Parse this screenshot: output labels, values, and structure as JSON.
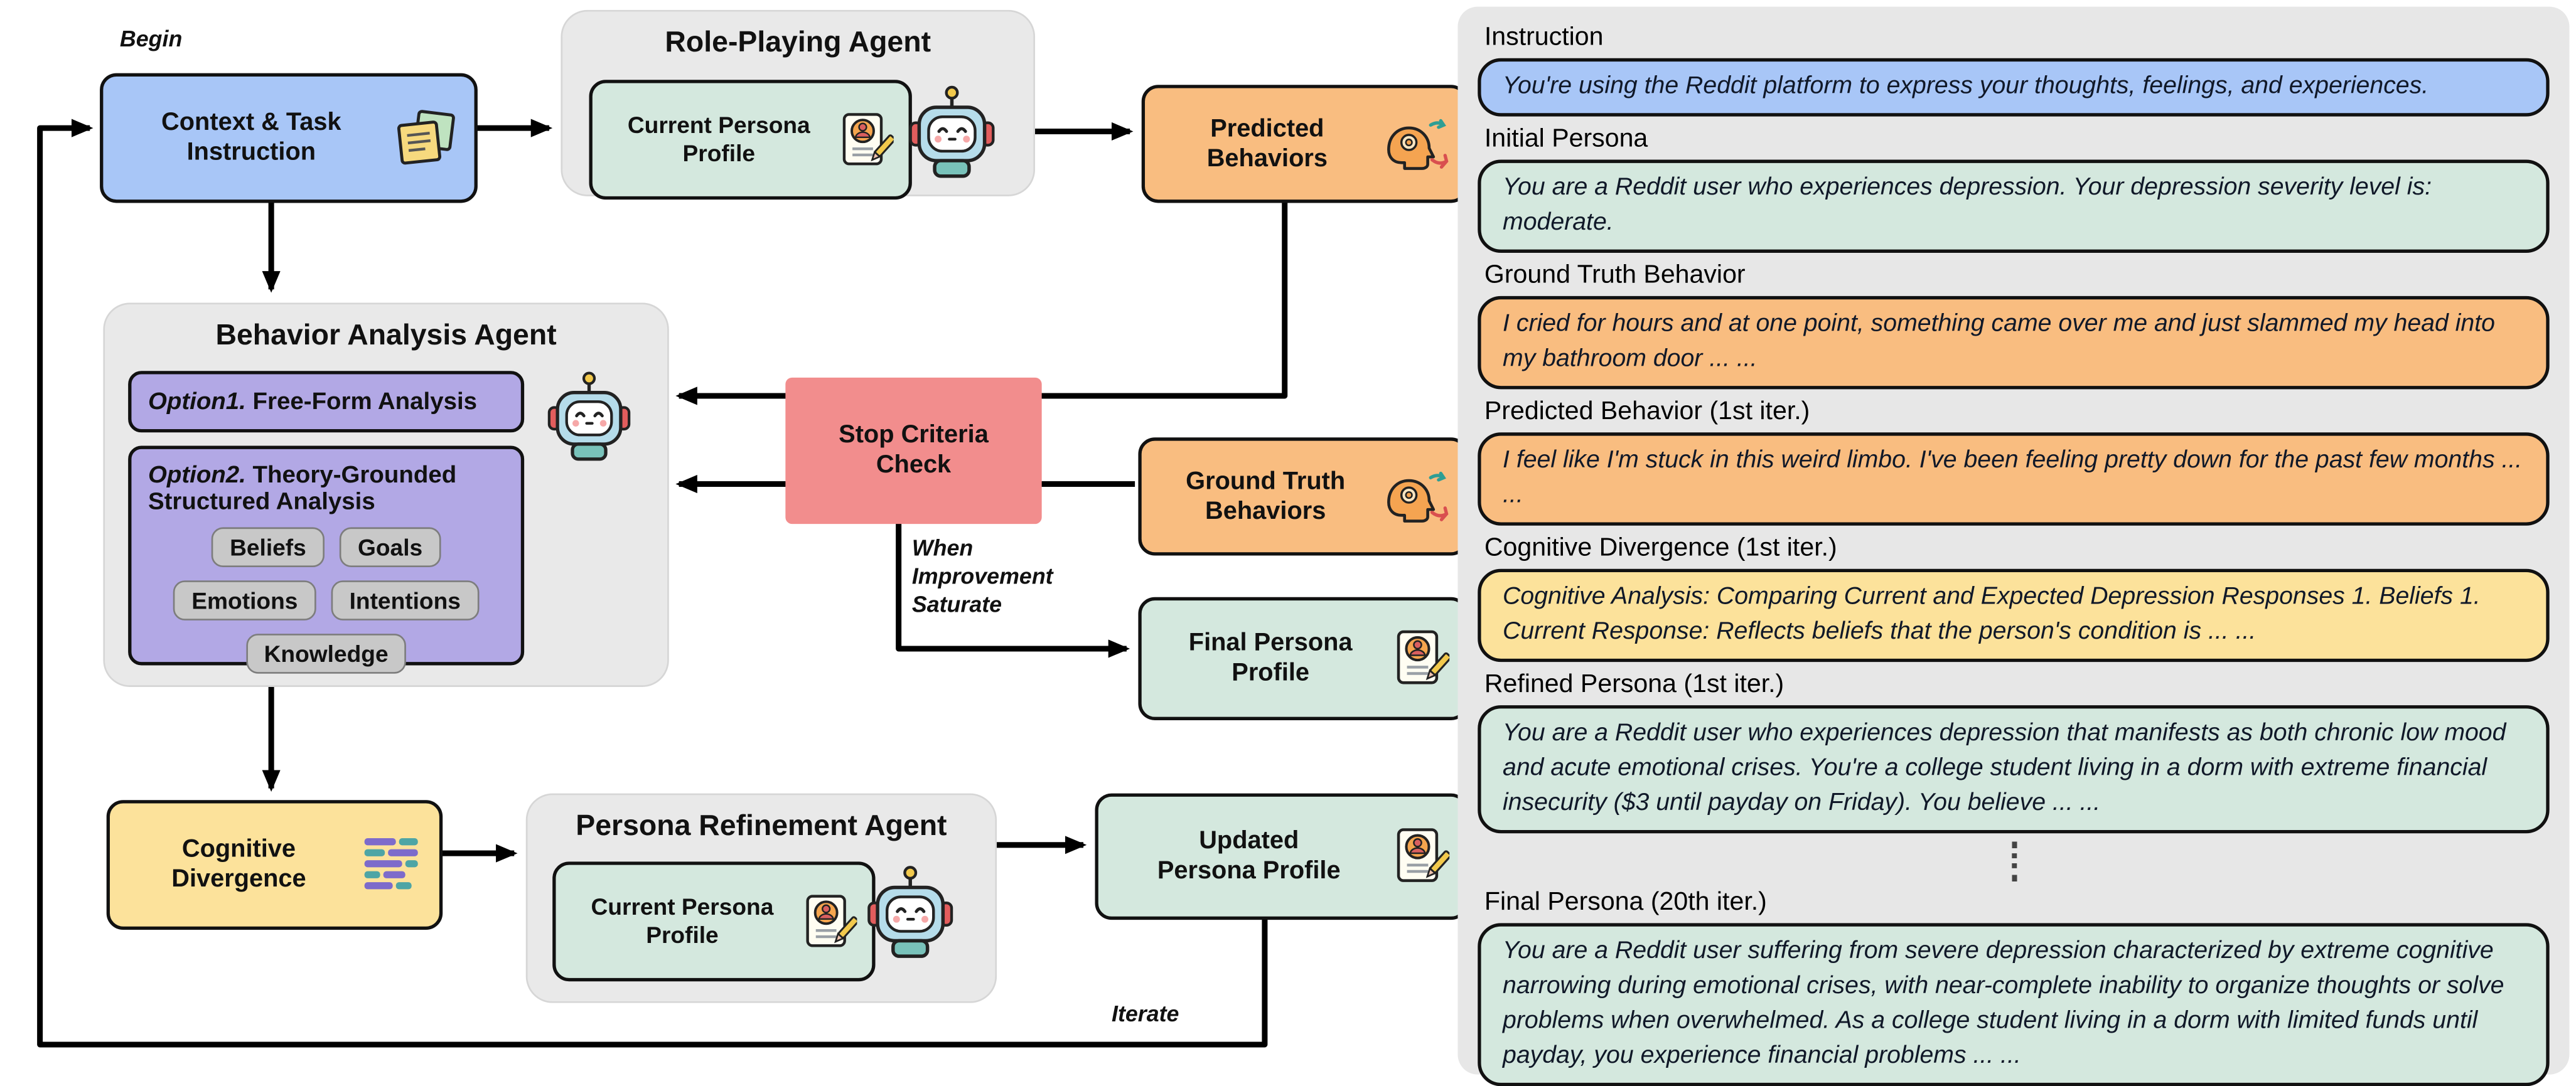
{
  "colors": {
    "instruction_blue": "#a8c6f7",
    "persona_green": "#d4e8de",
    "behavior_orange": "#f9bd80",
    "divergence_yellow": "#fce29b",
    "option_purple": "#b2a8e5",
    "stop_salmon": "#f28d8d",
    "container_gray": "#e9e9e9",
    "chip_gray": "#c8c8c8"
  },
  "flowchart": {
    "begin_label": "Begin",
    "iterate_label": "Iterate",
    "when_label": "When Improvement Saturate",
    "context_box": "Context & Task Instruction",
    "role_agent": {
      "title": "Role-Playing Agent",
      "persona_box": "Current Persona Profile"
    },
    "predicted_behaviors": "Predicted Behaviors",
    "behavior_agent": {
      "title": "Behavior Analysis Agent",
      "option1": {
        "prefix": "Option1.",
        "label": " Free-Form Analysis"
      },
      "option2": {
        "prefix": "Option2.",
        "label": " Theory-Grounded Structured Analysis"
      },
      "chips": [
        "Beliefs",
        "Goals",
        "Emotions",
        "Intentions",
        "Knowledge"
      ]
    },
    "stop_criteria": "Stop Criteria Check",
    "ground_truth": "Ground Truth Behaviors",
    "final_persona": "Final Persona Profile",
    "cognitive_divergence": "Cognitive Divergence",
    "refine_agent": {
      "title": "Persona Refinement Agent",
      "persona_box": "Current Persona Profile"
    },
    "updated_persona": "Updated Persona Profile"
  },
  "examples_panel": {
    "sections": [
      {
        "title": "Instruction",
        "text": "You're using the Reddit platform to express your thoughts, feelings, and experiences."
      },
      {
        "title": "Initial Persona",
        "text": "You are a Reddit user who experiences depression. Your depression severity level is: moderate."
      },
      {
        "title": "Ground Truth Behavior",
        "text": "I cried for hours and at one point, something came over me and just slammed my head into my bathroom door ... ..."
      },
      {
        "title": "Predicted Behavior (1st iter.)",
        "text": "I feel like I'm stuck in this weird limbo. I've been feeling pretty down for the past few months ... ..."
      },
      {
        "title": "Cognitive Divergence (1st iter.)",
        "text": "Cognitive Analysis: Comparing Current and Expected Depression Responses 1. Beliefs 1. Current Response: Reflects beliefs that the person's condition is ... ..."
      },
      {
        "title": "Refined Persona (1st iter.)",
        "text": "You are a Reddit user who experiences depression that manifests as both chronic low mood and acute emotional crises. You're a college student living in a dorm with extreme financial insecurity ($3 until payday on Friday). You believe ... ..."
      },
      {
        "title": "Final Persona (20th iter.)",
        "text": "You are a Reddit user suffering from severe depression characterized by extreme cognitive narrowing during emotional crises, with near-complete inability to organize thoughts or solve problems when overwhelmed. As a college student living in a dorm with limited funds until payday, you experience financial problems ... ..."
      }
    ]
  }
}
